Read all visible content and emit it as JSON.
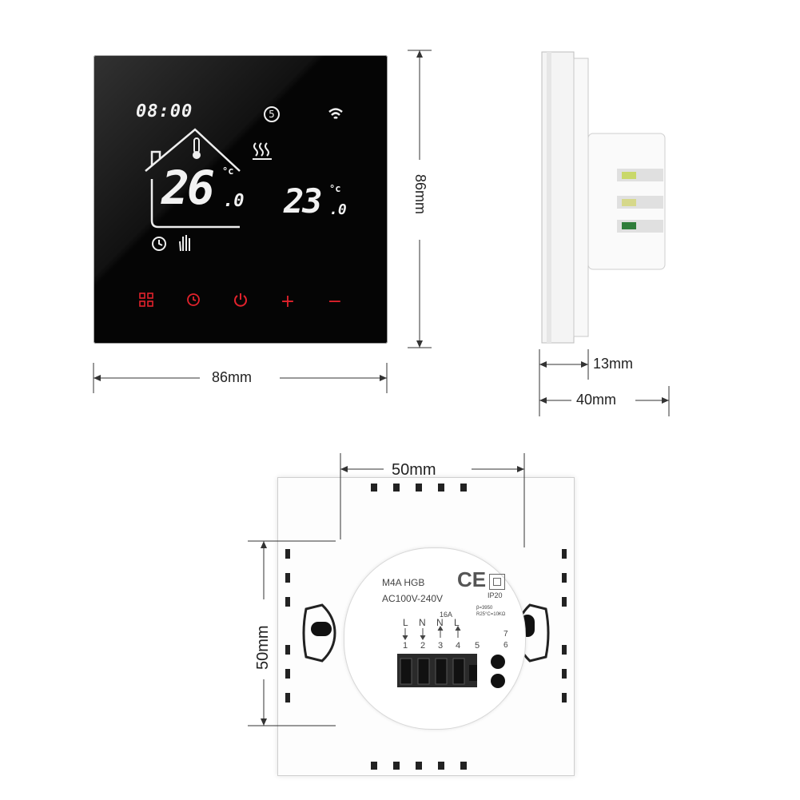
{
  "front_panel": {
    "time": "08:00",
    "program": "5",
    "room_temp_main": "26",
    "room_temp_decimal": "0",
    "set_temp_main": "23",
    "set_temp_decimal": "0",
    "unit": "°c",
    "buttons": [
      {
        "name": "menu-button",
        "icon": "grid-icon"
      },
      {
        "name": "clock-button",
        "icon": "clock-icon"
      },
      {
        "name": "power-button",
        "icon": "power-icon"
      },
      {
        "name": "plus-button",
        "label": "+"
      },
      {
        "name": "minus-button",
        "label": "−"
      }
    ],
    "button_color": "#e2222c"
  },
  "dimensions": {
    "front_height": "86mm",
    "front_width": "86mm",
    "side_depth_front": "13mm",
    "side_depth_total": "40mm",
    "back_hole_width": "50mm",
    "back_hole_height": "50mm"
  },
  "back_panel": {
    "model": "M4A HGB",
    "voltage": "AC100V-240V",
    "ce_mark": "CE",
    "ip_rating": "IP20",
    "current": "16A",
    "sensor_line1": "β=3950",
    "sensor_line2": "R25°C=10KΩ",
    "terminal_letters": [
      "L",
      "N",
      "N",
      "L"
    ],
    "terminal_numbers": [
      "1",
      "2",
      "3",
      "4",
      "5"
    ],
    "terminal_right": [
      "7",
      "6"
    ]
  }
}
